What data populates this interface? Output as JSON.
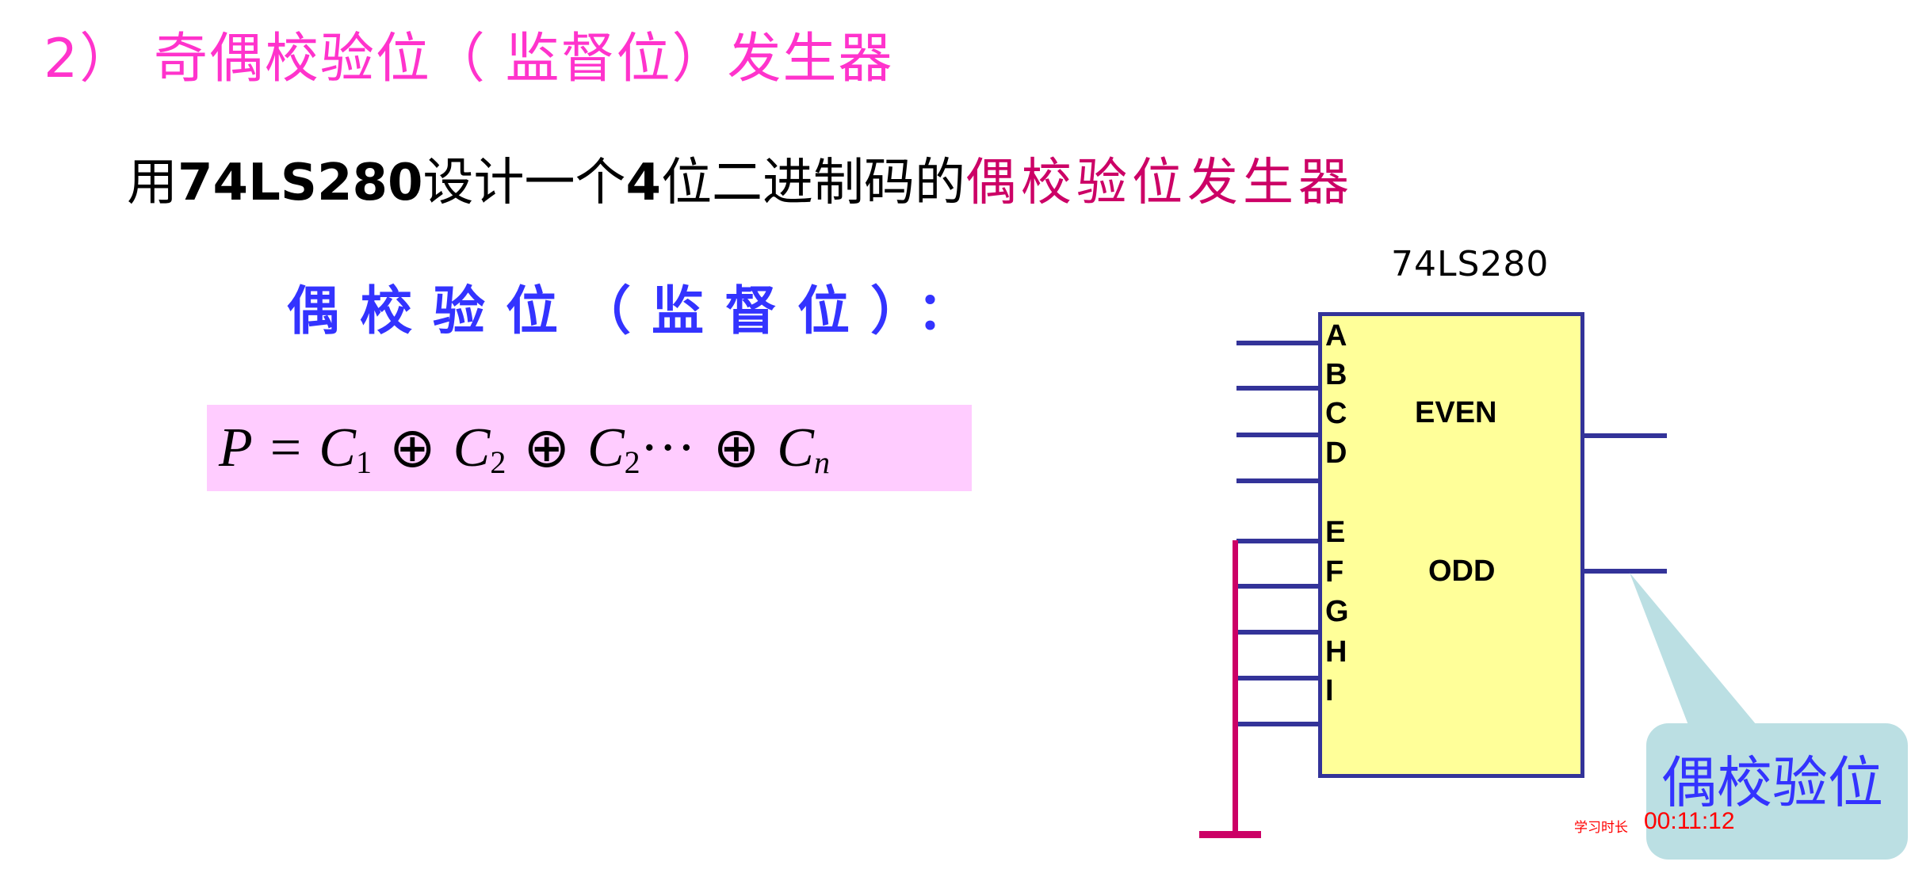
{
  "slide": {
    "title": "2） 奇偶校验位（  监督位）发生器",
    "subtitle": {
      "prefix": "用",
      "chip_bold": "74LS280",
      "middle": "设计一个",
      "bits_bold": "4",
      "suffix": "位二进制码的",
      "highlight": "偶校验位发生器"
    },
    "heading": "偶校验位（监督位）：",
    "formula": {
      "lhs": "P",
      "eq": "=",
      "terms": [
        {
          "var": "C",
          "sub": "1"
        },
        {
          "var": "C",
          "sub": "2"
        },
        {
          "var": "C",
          "sub": "2"
        },
        {
          "var": "C",
          "sub": "n"
        }
      ],
      "op": "⊕",
      "ellipsis": "···"
    }
  },
  "diagram": {
    "chip_name": "74LS280",
    "inputs": [
      "A",
      "B",
      "C",
      "D",
      "E",
      "F",
      "G",
      "H",
      "I"
    ],
    "outputs": [
      "EVEN",
      "ODD"
    ],
    "callout": "偶校验位",
    "colors": {
      "chip_fill": "#FFFF99",
      "chip_border": "#333399",
      "ground": "#CC0066",
      "callout_bg": "#BBDFE3",
      "callout_text": "#3333FF"
    }
  },
  "timer": {
    "label": "学习时长",
    "value": "00:11:12"
  }
}
